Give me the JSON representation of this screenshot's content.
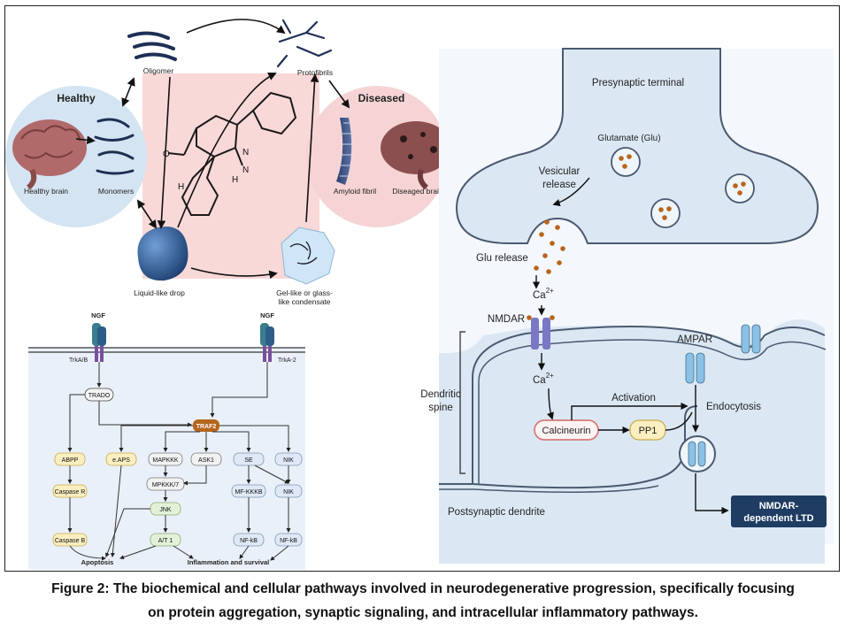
{
  "aggregation": {
    "healthy_title": "Healthy",
    "diseased_title": "Diseased",
    "oligomer": "Oligomer",
    "protofibrils": "Protofibrils",
    "healthy_brain": "Healthy brain",
    "monomers": "Monomers",
    "amyloid_fibril": "Amyloid fibril",
    "diseased_brain": "Diseaged brain",
    "liquid_drop": "Liquid-like drop",
    "gel_line1": "Gel-like or glass-",
    "gel_line2": "like condensate",
    "mol_H": "H",
    "mol_O": "O",
    "mol_N": "N",
    "mol_NH": "N",
    "mol_H2": "H",
    "colors": {
      "healthy_circle": "#d4e4f2",
      "diseased_circle": "#f6d4d5",
      "center_panel": "#f9d8d8",
      "drop": "#2f5f99",
      "condensate": "#cfe6f6"
    }
  },
  "pathway": {
    "ngf_left": "NGF",
    "ngf_right": "NGF",
    "trka_b": "TrkA/B",
    "trka_2": "TrkA-2",
    "tradd": "TRADO",
    "traf2": "TRAF2",
    "abpp": "ABPP",
    "eaps": "e.APS",
    "mapkkk": "MAPKKK",
    "ask1": "ASK1",
    "se": "SE",
    "nik1": "NIK",
    "caspase_r": "Caspase R",
    "mapkk": "MPKKK/7",
    "mfkkkb": "MF-KKKB",
    "nik2": "NIK",
    "jnk": "JNK",
    "caspase_b": "Caspase B",
    "aat1": "A/T 1",
    "nfkb1": "NF-kB",
    "nfkb2": "NF-kB",
    "apoptosis": "Apoptosis",
    "inflammation": "Inflammation and survival",
    "colors": {
      "panel_bg": "#eaf0f9",
      "traf2": "#b5651d",
      "yellow_box": "#fbeec0",
      "green_box": "#e4f1d9",
      "blue_box": "#dfe8f5"
    }
  },
  "synapse": {
    "presynaptic": "Presynaptic terminal",
    "glutamate": "Glutamate (Glu)",
    "vesicular_1": "Vesicular",
    "vesicular_2": "release",
    "glu_release": "Glu release",
    "ca_1": "Ca",
    "ca_2": "Ca",
    "ca_sup": "2+",
    "nmdar": "NMDAR",
    "ampar": "AMPAR",
    "dendritic_1": "Dendritic",
    "dendritic_2": "spine",
    "activation": "Activation",
    "endocytosis": "Endocytosis",
    "calcineurin": "Calcineurin",
    "pp1": "PP1",
    "postsynaptic": "Postsynaptic dendrite",
    "ltd_1": "NMDAR-",
    "ltd_2": "dependent LTD",
    "colors": {
      "membrane_fill": "#dbe8f4",
      "glu_dot": "#b8651c",
      "receptor_nmdar": "#7b77c4",
      "receptor_ampar": "#8cc1e3",
      "ltd_box": "#1f3d63",
      "calcineurin_border": "#d97a7a",
      "pp1_fill": "#fbeec0"
    }
  },
  "caption": {
    "line1": "Figure 2: The biochemical and cellular pathways involved in neurodegenerative progression, specifically focusing",
    "line2": "on protein aggregation, synaptic signaling, and intracellular inflammatory pathways."
  }
}
